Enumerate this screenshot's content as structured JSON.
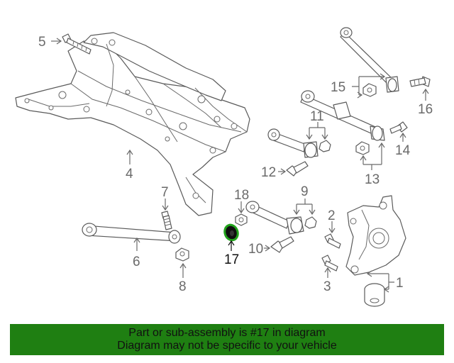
{
  "diagram": {
    "callouts": [
      "1",
      "2",
      "3",
      "4",
      "5",
      "6",
      "7",
      "8",
      "9",
      "10",
      "11",
      "12",
      "13",
      "14",
      "15",
      "16",
      "17",
      "18"
    ],
    "highlighted_part": "17",
    "highlight_color": "#22a31c"
  },
  "banner": {
    "line1": "Part or sub-assembly is #17 in diagram",
    "line2": "Diagram may not be specific to your vehicle",
    "background": "#1f7f12"
  }
}
